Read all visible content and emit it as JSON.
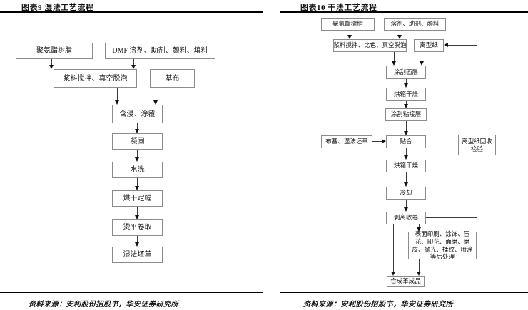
{
  "figure": {
    "left": {
      "title": "图表9 湿法工艺流程",
      "source": "资料来源：安利股份招股书，华安证券研究所",
      "nodes": {
        "pu_resin": "聚氨酯树脂",
        "dmf_mix": "DMF 溶剂、助剂、颜料、填料",
        "stir_defoam": "浆料搅拌、真空脱泡",
        "base_fabric": "基布",
        "impregnate_coat": "含浸、涂覆",
        "coagulate": "凝固",
        "wash": "水洗",
        "dry_set": "烘干定幅",
        "iron_wind": "烫平卷取",
        "wet_crust": "湿法坯革"
      },
      "edges": [
        {
          "from": "pu_resin",
          "to": "stir_defoam"
        },
        {
          "from": "dmf_mix",
          "to": "stir_defoam"
        },
        {
          "from": "stir_defoam",
          "to": "impregnate_coat"
        },
        {
          "from": "base_fabric",
          "to": "impregnate_coat"
        },
        {
          "from": "impregnate_coat",
          "to": "coagulate"
        },
        {
          "from": "coagulate",
          "to": "wash"
        },
        {
          "from": "wash",
          "to": "dry_set"
        },
        {
          "from": "dry_set",
          "to": "iron_wind"
        },
        {
          "from": "iron_wind",
          "to": "wet_crust"
        }
      ]
    },
    "right": {
      "title": "图表10 干法工艺流程",
      "source": "资料来源：安利股份招股书，华安证券研究所",
      "nodes": {
        "pu_resin": "聚氨酯树脂",
        "solvent_mix": "溶剂、助剂、颜料",
        "stir_color_defoam": "浆料搅拌、比色、真空脱泡",
        "release_paper": "离型纸",
        "coat_top": "涂刮面层",
        "oven_dry_1": "烘箱干燥",
        "coat_adhesive": "涂刮粘接层",
        "fabric_wet_crust": "布基、湿法坯革",
        "laminate": "贴合",
        "oven_dry_2": "烘箱干燥",
        "cool": "冷却",
        "peel_wind": "剥离收卷",
        "paper_recycle_check": "离型纸回收检验",
        "post_treatment": "表面印刷、涂饰、压花、印花、面磨、磨皮、抛光、揉纹、喷涂等后处理",
        "finished_product": "合成革成品"
      },
      "edges": [
        {
          "from": "pu_resin",
          "to": "stir_color_defoam"
        },
        {
          "from": "solvent_mix",
          "to": "stir_color_defoam"
        },
        {
          "from": "stir_color_defoam",
          "to": "coat_top"
        },
        {
          "from": "release_paper",
          "to": "coat_top"
        },
        {
          "from": "coat_top",
          "to": "oven_dry_1"
        },
        {
          "from": "oven_dry_1",
          "to": "coat_adhesive"
        },
        {
          "from": "coat_adhesive",
          "to": "laminate"
        },
        {
          "from": "fabric_wet_crust",
          "to": "laminate"
        },
        {
          "from": "laminate",
          "to": "oven_dry_2"
        },
        {
          "from": "oven_dry_2",
          "to": "cool"
        },
        {
          "from": "cool",
          "to": "peel_wind"
        },
        {
          "from": "peel_wind",
          "to": "post_treatment"
        },
        {
          "from": "peel_wind",
          "to": "finished_product"
        },
        {
          "from": "post_treatment",
          "to": "finished_product"
        },
        {
          "from": "peel_wind",
          "to": "paper_recycle_check"
        },
        {
          "from": "paper_recycle_check",
          "to": "release_paper"
        }
      ]
    },
    "colors": {
      "background": "#ffffff",
      "box_border": "#8c8c8c",
      "connector": "#3c3c3c",
      "arrow": "#111111",
      "text": "#141414",
      "rule": "#000000"
    }
  }
}
